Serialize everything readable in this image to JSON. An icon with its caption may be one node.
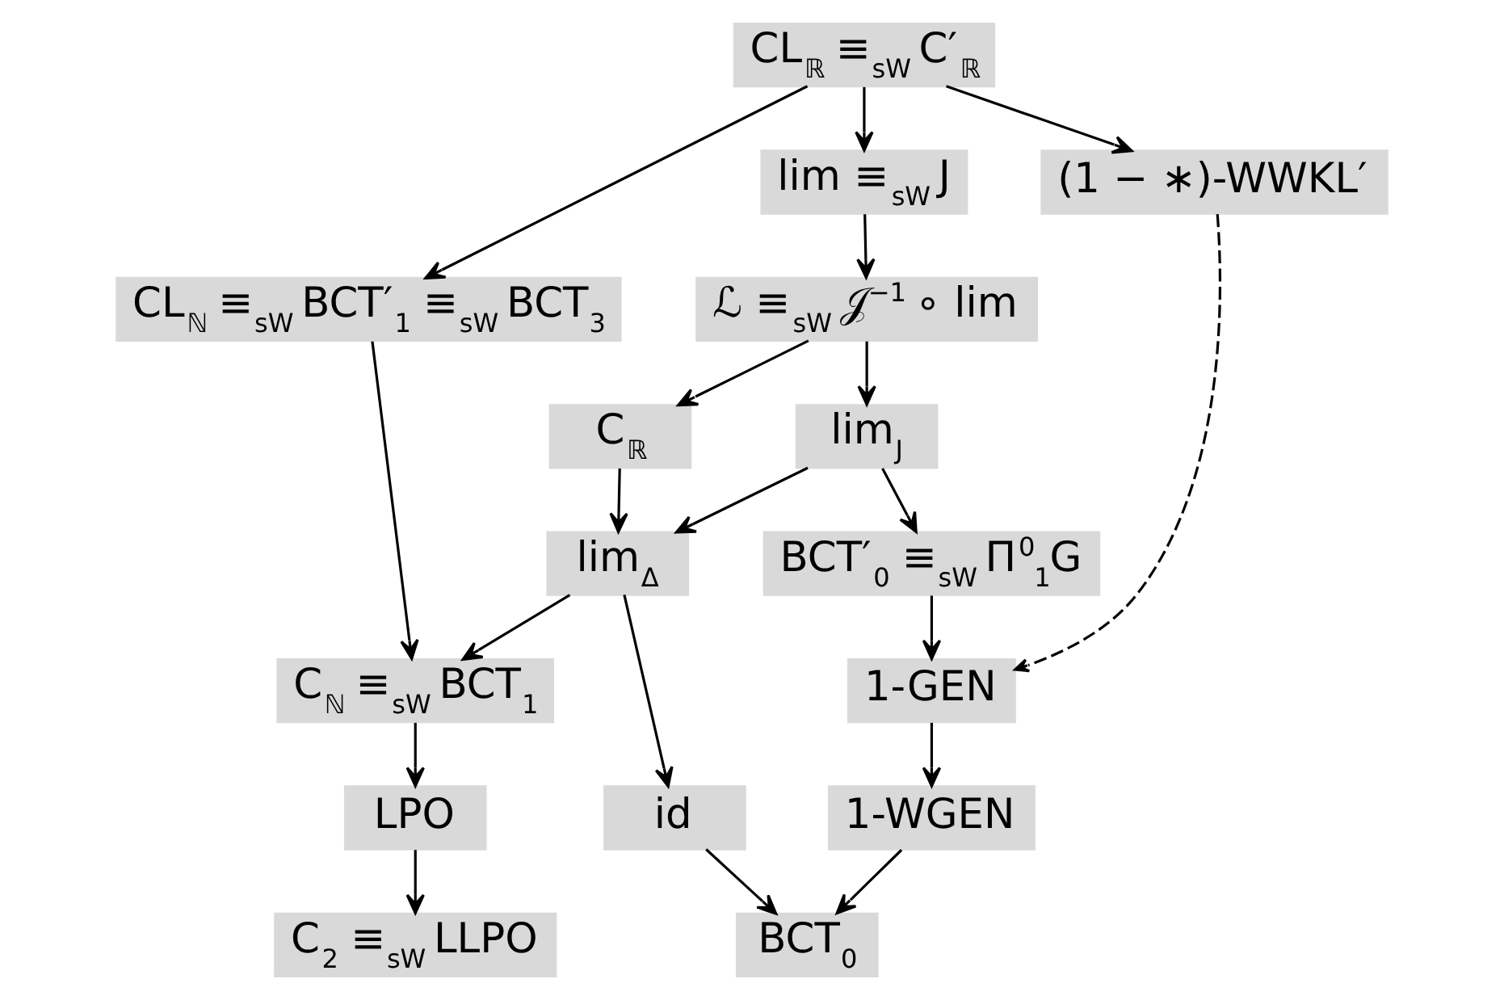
{
  "diagram": {
    "nodes": [
      {
        "text": [
          "CL$_{ℝ}$ ≡$_{sW}$ C′$_{ℝ}$"
        ]
      },
      {
        "text": [
          "CL$_{ℕ}$ ≡$_{sW}$ BCT′$_{1}$ ≡$_{sW}$ BCT$_{3}$"
        ]
      },
      {
        "text": [
          "(1 − ∗)-WWKL′"
        ]
      },
      {
        "text": [
          "lim ≡$_{sW}$ J"
        ]
      },
      {
        "text": [
          "ℒ ≡$_{sW}$ 𝒥$^{−1}$ ∘ lim"
        ]
      },
      {
        "text": [
          "C$_{ℝ}$"
        ]
      },
      {
        "text": [
          "lim$_{J}$"
        ]
      },
      {
        "text": [
          "lim$_{Δ}$"
        ]
      },
      {
        "text": [
          "C$_{ℕ}$ ≡$_{sW}$ BCT$_{1}$"
        ]
      },
      {
        "text": [
          "BCT′$_{0}$ ≡$_{sW}$ Π$^{0}$$_{1}$G"
        ]
      },
      {
        "text": [
          "LPO"
        ]
      },
      {
        "text": [
          "1-GEN"
        ]
      },
      {
        "text": [
          "C$_{2}$ ≡$_{sW}$ LLPO"
        ]
      },
      {
        "text": [
          "id"
        ]
      },
      {
        "text": [
          "1-WGEN"
        ]
      },
      {
        "text": [
          "BCT$_{0}$"
        ]
      }
    ],
    "edges": [
      {
        "from": 0,
        "to": 1,
        "arrow": "to"
      },
      {
        "from": 0,
        "to": 3,
        "arrow": "to"
      },
      {
        "from": 0,
        "to": 2,
        "arrow": "to"
      },
      {
        "from": 3,
        "to": 4,
        "arrow": "to"
      },
      {
        "from": 4,
        "to": 5,
        "arrow": "to"
      },
      {
        "from": 4,
        "to": 6,
        "arrow": "to"
      },
      {
        "from": 5,
        "to": 7,
        "arrow": "to"
      },
      {
        "from": 6,
        "to": 7,
        "arrow": "to"
      },
      {
        "from": 6,
        "to": 9,
        "arrow": "to"
      },
      {
        "from": 7,
        "to": 8,
        "arrow": "to"
      },
      {
        "from": 7,
        "to": 13,
        "arrow": "to"
      },
      {
        "from": 1,
        "to": 8,
        "arrow": "to"
      },
      {
        "from": 8,
        "to": 10,
        "arrow": "to"
      },
      {
        "from": 10,
        "to": 12,
        "arrow": "to"
      },
      {
        "from": 9,
        "to": 11,
        "arrow": "to"
      },
      {
        "from": 2,
        "to": 11,
        "arrow": "to",
        "style": "dashed"
      },
      {
        "from": 11,
        "to": 14,
        "arrow": "to"
      },
      {
        "from": 13,
        "to": 15,
        "arrow": "to"
      },
      {
        "from": 14,
        "to": 15,
        "arrow": "to"
      }
    ]
  }
}
